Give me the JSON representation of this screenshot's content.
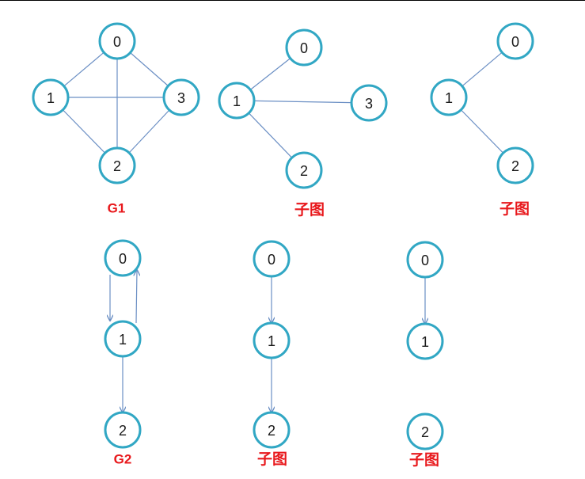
{
  "colors": {
    "node_stroke": "#31a7c4",
    "edge": "#6b8fc4",
    "caption": "#e8181c"
  },
  "graphs": [
    {
      "caption": "G1",
      "directed": false,
      "nodes": [
        "0",
        "1",
        "2",
        "3"
      ],
      "edges": [
        [
          "0",
          "1"
        ],
        [
          "0",
          "2"
        ],
        [
          "0",
          "3"
        ],
        [
          "1",
          "2"
        ],
        [
          "1",
          "3"
        ],
        [
          "2",
          "3"
        ]
      ]
    },
    {
      "caption": "子图",
      "directed": false,
      "nodes": [
        "0",
        "1",
        "2",
        "3"
      ],
      "edges": [
        [
          "1",
          "0"
        ],
        [
          "1",
          "2"
        ],
        [
          "1",
          "3"
        ]
      ]
    },
    {
      "caption": "子图",
      "directed": false,
      "nodes": [
        "0",
        "1",
        "2"
      ],
      "edges": [
        [
          "1",
          "0"
        ],
        [
          "1",
          "2"
        ]
      ]
    },
    {
      "caption": "G2",
      "directed": true,
      "nodes": [
        "0",
        "1",
        "2"
      ],
      "edges": [
        [
          "0",
          "1"
        ],
        [
          "1",
          "0"
        ],
        [
          "1",
          "2"
        ]
      ]
    },
    {
      "caption": "子图",
      "directed": true,
      "nodes": [
        "0",
        "1",
        "2"
      ],
      "edges": [
        [
          "0",
          "1"
        ],
        [
          "1",
          "2"
        ]
      ]
    },
    {
      "caption": "子图",
      "directed": true,
      "nodes": [
        "0",
        "1",
        "2"
      ],
      "edges": [
        [
          "0",
          "1"
        ]
      ]
    }
  ]
}
